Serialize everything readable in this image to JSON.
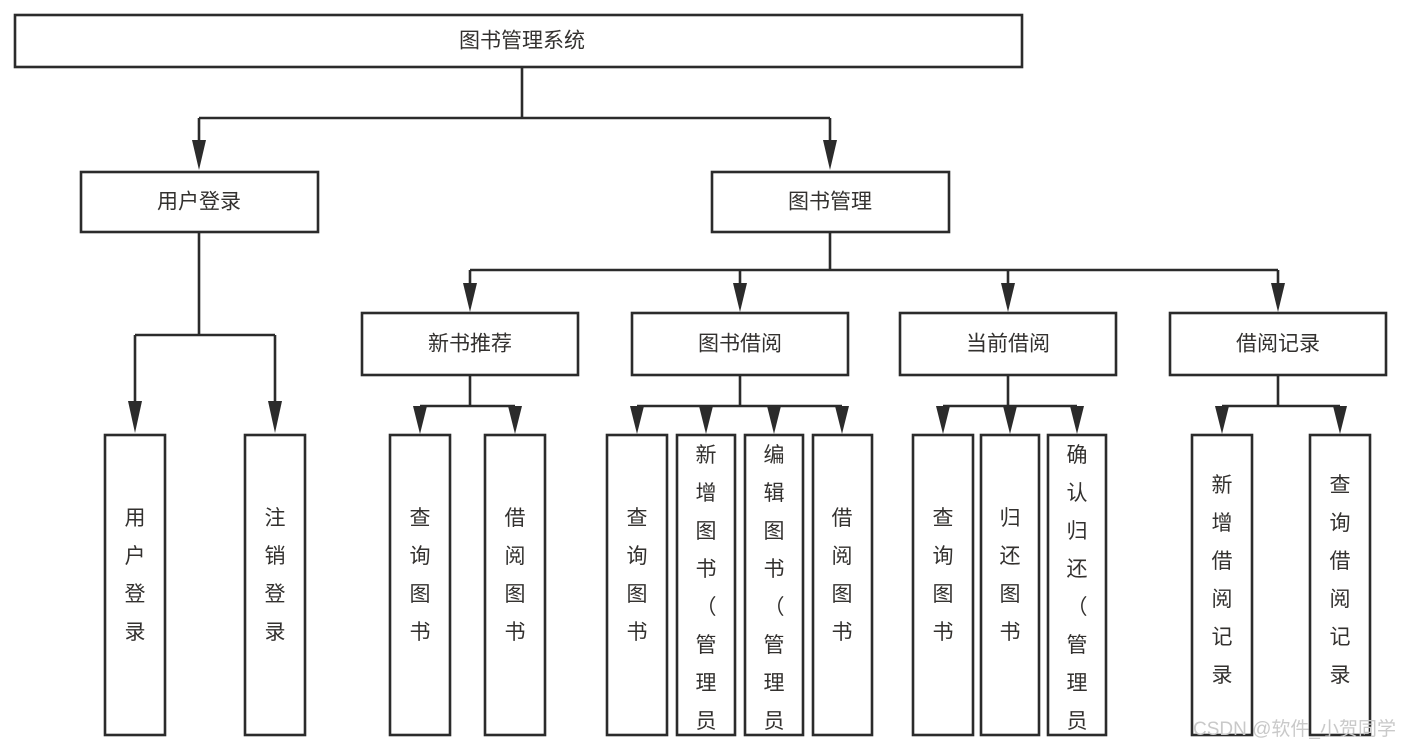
{
  "diagram": {
    "title": "图书管理系统",
    "type": "hierarchy-tree",
    "background_color": "#ffffff",
    "line_color": "#2b2b2b",
    "text_color": "#33312f",
    "root": {
      "label": "图书管理系统",
      "children": [
        {
          "label": "用户登录",
          "children": [
            {
              "label": "用户登录"
            },
            {
              "label": "注销登录"
            }
          ]
        },
        {
          "label": "图书管理",
          "children": [
            {
              "label": "新书推荐",
              "children": [
                {
                  "label": "查询图书"
                },
                {
                  "label": "借阅图书"
                }
              ]
            },
            {
              "label": "图书借阅",
              "children": [
                {
                  "label": "查询图书"
                },
                {
                  "label": "新增图书（管理员）"
                },
                {
                  "label": "编辑图书（管理员）"
                },
                {
                  "label": "借阅图书"
                }
              ]
            },
            {
              "label": "当前借阅",
              "children": [
                {
                  "label": "查询图书"
                },
                {
                  "label": "归还图书"
                },
                {
                  "label": "确认归还（管理员）"
                }
              ]
            },
            {
              "label": "借阅记录",
              "children": [
                {
                  "label": "新增借阅记录"
                },
                {
                  "label": "查询借阅记录"
                }
              ]
            }
          ]
        }
      ]
    }
  },
  "watermark": {
    "text": "CSDN @软件_小贺同学"
  }
}
